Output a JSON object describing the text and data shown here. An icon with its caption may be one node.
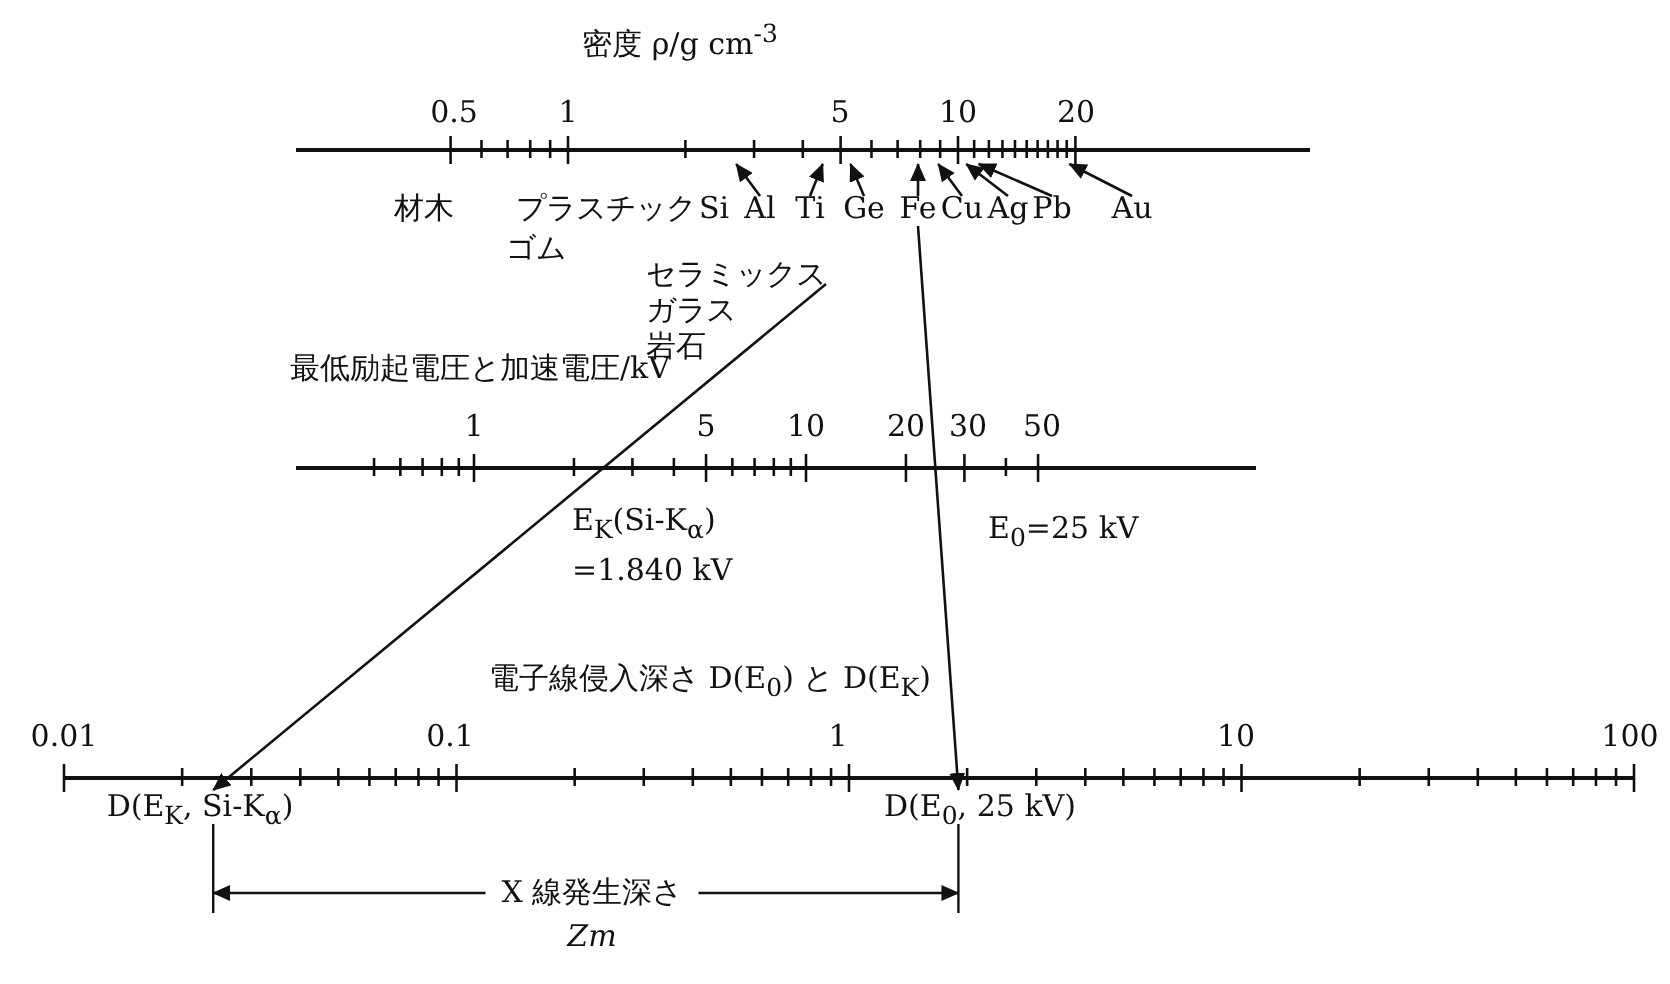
{
  "diagram": {
    "nodes": [
      {
        "text": [
          "Al"
        ]
      },
      {
        "text": [
          "Ti"
        ]
      },
      {
        "text": [
          "Ge"
        ]
      },
      {
        "text": [
          "Fe"
        ]
      },
      {
        "text": [
          "Cu"
        ]
      },
      {
        "text": [
          "Ag"
        ]
      },
      {
        "text": [
          "Pb"
        ]
      },
      {
        "text": [
          "Au"
        ]
      },
      {
        "text": [
          "セラミックス",
          "ガラス",
          "岩石"
        ]
      },
      {
        "text": [
          "D(E$_{K}$, Si-K$_{α}$)"
        ]
      },
      {
        "text": [
          "D(E$_{0}$, 25 kV)"
        ]
      },
      {
        "text": [],
        "shape": "bar"
      }
    ],
    "edges": [
      {
        "from": 0,
        "to": 11,
        "arrow": "to"
      },
      {
        "from": 1,
        "to": 11,
        "arrow": "to"
      },
      {
        "from": 2,
        "to": 11,
        "arrow": "to"
      },
      {
        "from": 3,
        "to": 11,
        "arrow": "to"
      },
      {
        "from": 4,
        "to": 11,
        "arrow": "to"
      },
      {
        "from": 5,
        "to": 11,
        "arrow": "to"
      },
      {
        "from": 6,
        "to": 11,
        "arrow": "to"
      },
      {
        "from": 7,
        "to": 11,
        "arrow": "to"
      },
      {
        "from": 8,
        "to": 9,
        "arrow": "to"
      },
      {
        "from": 3,
        "to": 10,
        "arrow": "to"
      }
    ],
    "labels": [
      "密度 ρ/g cm$^{-3}$",
      "0.5",
      "1",
      "5",
      "10",
      "20",
      "材木",
      "プラスチック",
      "Si",
      "ゴム",
      "最低励起電圧と加速電圧/kV",
      "1",
      "5",
      "10",
      "20",
      "30",
      "50",
      "E$_{K}$(Si-K$_{α}$) =1.840 kV",
      "E$_{0}$=25 kV",
      "電子線侵入深さ D(E$_{0}$) と D(E$_{K}$)",
      "0.01",
      "0.1",
      "1",
      "10",
      "100",
      "X 線発生深さ",
      "Zm"
    ]
  }
}
